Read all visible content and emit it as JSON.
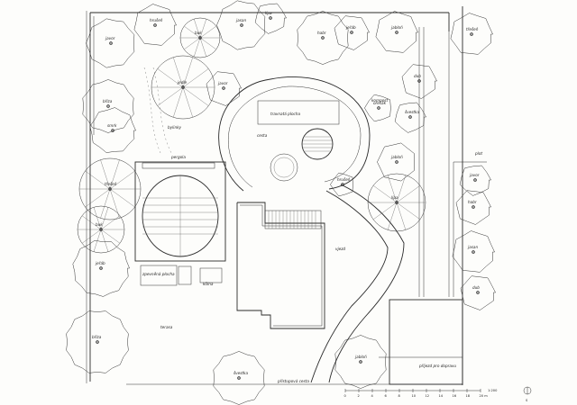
{
  "plan": {
    "trees": [
      {
        "label": "javor"
      },
      {
        "label": "hrušeň"
      },
      {
        "label": "buk"
      },
      {
        "label": "jasan"
      },
      {
        "label": "lípa"
      },
      {
        "label": "habr"
      },
      {
        "label": "jeřáb"
      },
      {
        "label": "jabloň"
      },
      {
        "label": "dub"
      },
      {
        "label": "třešeň"
      },
      {
        "label": "bříza"
      },
      {
        "label": "jedle"
      },
      {
        "label": "javor"
      },
      {
        "label": "ořešák"
      },
      {
        "label": "švestka"
      },
      {
        "label": "smrk"
      },
      {
        "label": "jabloň"
      },
      {
        "label": "třešeň"
      },
      {
        "label": "hrušeň"
      },
      {
        "label": "lípa"
      },
      {
        "label": "buk"
      },
      {
        "label": "jeřáb"
      },
      {
        "label": "javor"
      },
      {
        "label": "habr"
      },
      {
        "label": "jasan"
      },
      {
        "label": "dub"
      },
      {
        "label": "bříza"
      },
      {
        "label": "švestka"
      },
      {
        "label": "jabloň"
      }
    ],
    "labels": {
      "pergola": "pergola",
      "lawn": "travnatá plocha",
      "path": "cesta",
      "terrace": "terasa",
      "parking": "zpevněná plocha",
      "entrance": "vjezd",
      "fence": "plot",
      "access": "příjezd pro dopravu",
      "access_road": "přístupová cesta",
      "shed": "kůlna",
      "compost": "kompost",
      "herbs": "bylinky"
    },
    "scale": {
      "ticks": [
        "0",
        "2",
        "4",
        "6",
        "8",
        "10",
        "12",
        "14",
        "16",
        "18",
        "20 m"
      ],
      "ratio": "1:200"
    },
    "north_arrow": "S"
  }
}
